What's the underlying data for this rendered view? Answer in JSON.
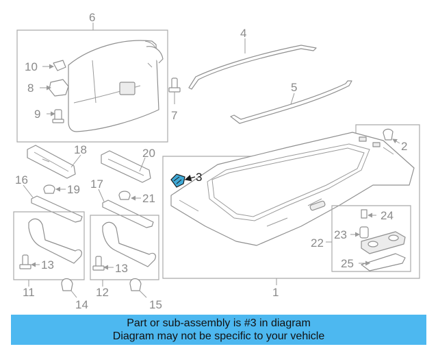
{
  "callouts": {
    "c1": "1",
    "c2": "2",
    "c3": "3",
    "c4": "4",
    "c5": "5",
    "c6": "6",
    "c7": "7",
    "c8": "8",
    "c9": "9",
    "c10": "10",
    "c11": "11",
    "c12": "12",
    "c13a": "13",
    "c13b": "13",
    "c14": "14",
    "c15": "15",
    "c16": "16",
    "c17": "17",
    "c18": "18",
    "c19": "19",
    "c20": "20",
    "c21": "21",
    "c22": "22",
    "c23": "23",
    "c24": "24",
    "c25": "25"
  },
  "highlight_color": "#1f8fb8",
  "banner": {
    "line1": "Part or sub-assembly is #3 in diagram",
    "line2": "Diagram may not be specific to your vehicle",
    "color": "#4db8f0"
  }
}
